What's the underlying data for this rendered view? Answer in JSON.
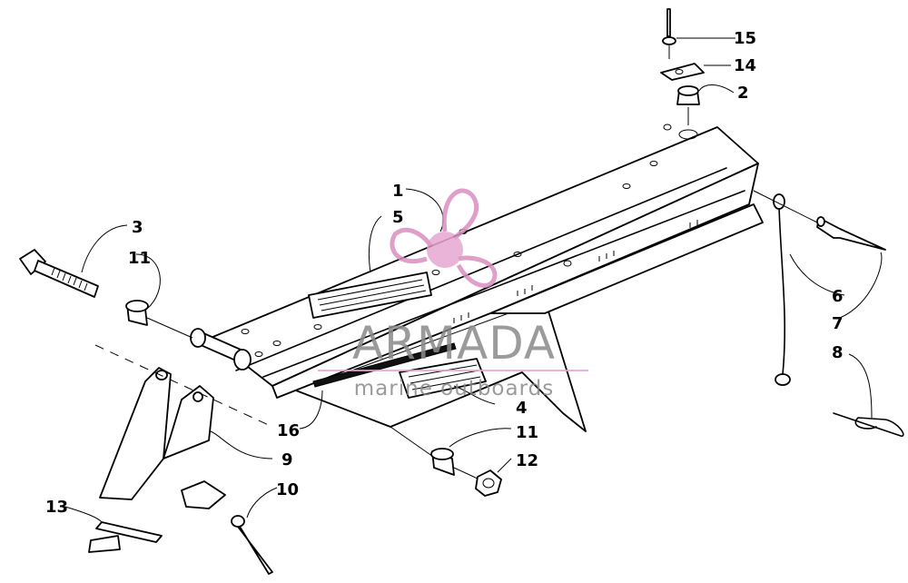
{
  "callouts": [
    {
      "id": "c1",
      "label": "1"
    },
    {
      "id": "c2",
      "label": "2"
    },
    {
      "id": "c3",
      "label": "3"
    },
    {
      "id": "c4",
      "label": "4"
    },
    {
      "id": "c5",
      "label": "5"
    },
    {
      "id": "c6",
      "label": "6"
    },
    {
      "id": "c7",
      "label": "7"
    },
    {
      "id": "c8",
      "label": "8"
    },
    {
      "id": "c9",
      "label": "9"
    },
    {
      "id": "c10",
      "label": "10"
    },
    {
      "id": "c11a",
      "label": "11"
    },
    {
      "id": "c11b",
      "label": "11"
    },
    {
      "id": "c12",
      "label": "12"
    },
    {
      "id": "c13",
      "label": "13"
    },
    {
      "id": "c14",
      "label": "14"
    },
    {
      "id": "c15",
      "label": "15"
    },
    {
      "id": "c16",
      "label": "16"
    }
  ],
  "watermark": {
    "brand": "ARMADA",
    "tagline": "marine outboards",
    "colors": {
      "logo": "#d98fbf",
      "text": "#8a8a8a",
      "rule": "#e3a8cf"
    }
  },
  "icons": [
    "propeller-logo-icon"
  ]
}
